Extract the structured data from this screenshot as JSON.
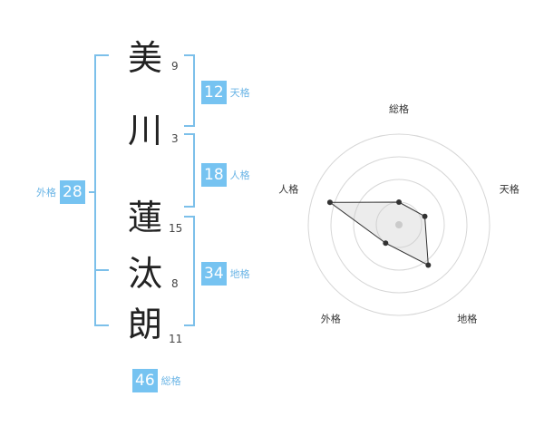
{
  "name_chars": [
    {
      "char": "美",
      "strokes": "9"
    },
    {
      "char": "川",
      "strokes": "3"
    },
    {
      "char": "蓮",
      "strokes": "15"
    },
    {
      "char": "汰",
      "strokes": "8"
    },
    {
      "char": "朗",
      "strokes": "11"
    }
  ],
  "fortunes": {
    "ten": {
      "value": "12",
      "label": "天格"
    },
    "jin": {
      "value": "18",
      "label": "人格"
    },
    "chi": {
      "value": "34",
      "label": "地格"
    },
    "gai": {
      "value": "28",
      "label": "外格"
    },
    "sou": {
      "value": "46",
      "label": "総格"
    }
  },
  "colors": {
    "accent": "#76c3f1",
    "bracket": "#7cc0ea"
  },
  "chart_data": {
    "type": "radar",
    "axes": [
      "総格",
      "天格",
      "地格",
      "外格",
      "人格"
    ],
    "values": [
      0.25,
      0.3,
      0.55,
      0.25,
      0.8
    ],
    "rings": 4,
    "center_marker": true
  }
}
